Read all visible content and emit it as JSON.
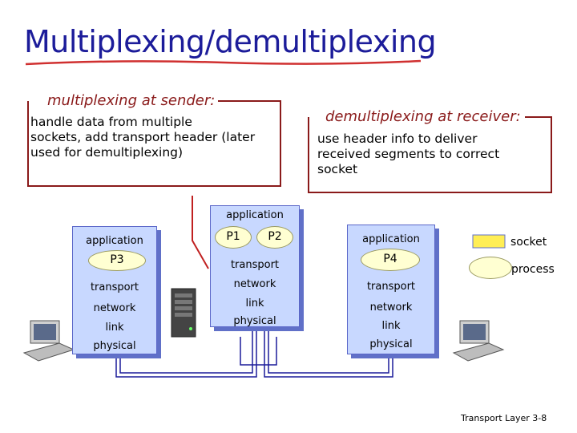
{
  "title": "Multiplexing/demultiplexing",
  "sender": {
    "heading": "multiplexing at sender:",
    "text_lines": [
      "handle data from multiple",
      "sockets, add transport header (later",
      "used for demultiplexing)"
    ]
  },
  "receiver": {
    "heading": "demultiplexing at receiver:",
    "text_lines": [
      "use header info to deliver",
      "received segments to correct",
      "socket"
    ]
  },
  "hosts": {
    "left": {
      "layers": [
        "application",
        "transport",
        "network",
        "link",
        "physical"
      ],
      "process": "P3"
    },
    "middle": {
      "layers": [
        "application",
        "transport",
        "network",
        "link",
        "physical"
      ],
      "processes": [
        "P1",
        "P2"
      ]
    },
    "right": {
      "layers": [
        "application",
        "transport",
        "network",
        "link",
        "physical"
      ],
      "process": "P4"
    }
  },
  "legend": {
    "socket": "socket",
    "process": "process"
  },
  "footer": {
    "label": "Transport Layer",
    "page": "3-8"
  },
  "colors": {
    "title": "#1c1c9a",
    "callout_heading": "#8a1a1a",
    "callout_border": "#8a1a1a",
    "layer_fill": "#c8d8ff",
    "layer_shadow": "#6070c8",
    "process_fill": "#ffffd2",
    "socket_fill": "#ffee55",
    "link_line": "#1c1c9a",
    "demux_arrow": "#c02020"
  },
  "icons": [
    "laptop-icon",
    "server-icon",
    "laptop-icon"
  ]
}
